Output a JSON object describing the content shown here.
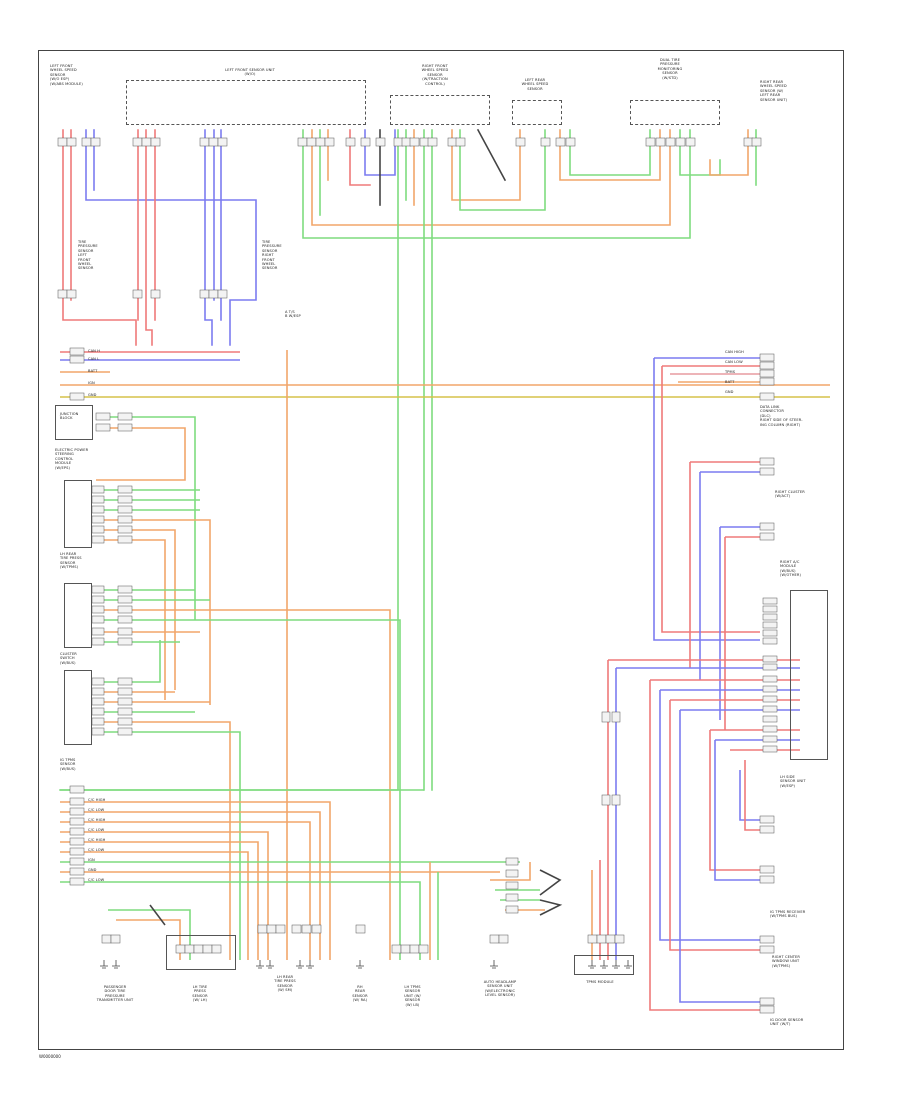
{
  "diagram": {
    "colors": {
      "red": "#ef7a7a",
      "blue": "#7c7cf0",
      "green": "#7fdc7f",
      "orange": "#f2a66a",
      "yellow": "#d6c24a",
      "pink": "#e79ca0",
      "black": "#444444"
    },
    "figure_id": "W0000000",
    "components": {
      "left_front_tsr": "LEFT FRONT\nWHEEL SPEED\nSENSOR\n(W/O ESP)\n(W/ABS MODULE)",
      "left_front_module": "LEFT FRONT SENSOR UNIT\n(W/O)",
      "right_front_sensor": "RIGHT FRONT\nWHEEL SPEED\nSENSOR\n(W/TRACTION\nCONTROL)",
      "left_rear_sensor": "LEFT REAR\nWHEEL SPEED\nSENSOR",
      "dual_tpms": "DUAL TIRE\nPRESSURE\nMONITORING\nSENSOR\n(W/STD)",
      "right_rear_sensor": "RIGHT REAR\nWHEEL SPEED\nSENSOR (W/\nLEFT REAR\nSENSOR UNIT)",
      "lf_tsm": "TIRE\nPRESSURE\nSENSOR\nLEFT\nFRONT\nWHEEL\nSENSOR",
      "rf_tsm": "TIRE\nPRESSURE\nSENSOR\nRIGHT\nFRONT\nWHEEL\nSENSOR",
      "legend": "A  T/S\nB  W/ESP",
      "junction_block": "JUNCTION\nBLOCK",
      "elec_power_steering": "ELECTRIC POWER\nSTEERING\nCONTROL\nMODULE\n(W/EPS)",
      "lh_ap_rear_tpms": "LH REAR\nTIRE PRESS\nSENSOR\n(W/TPMS)",
      "cluster": "CLUSTER\nSWITCH\n(W/BUS)",
      "ig_tpms_switch": "IG TPMS\nSENSOR\n(W/BUS)",
      "data_link": "DATA LINK\nCONNECTOR\n(DLC)\nRIGHT SIDE OF STEER-\nING COLUMN (RIGHT)",
      "right_cluster_side": "RIGHT CLUSTER\n(W/ACT)",
      "right_ac_module": "RIGHT A/C\nMODULE\n(W/BUS)\n(W/OTHER)",
      "lh_side_sensor": "LH SIDE\nSENSOR UNIT\n(W/ESP)",
      "ig_tpms_receiver": "IG TPMS RECEIVER\n(W/TPMS BUS)",
      "right_rear_window": "RIGHT CENTER\nWINDOW UNIT\n(W/TPMS)",
      "ig_door_sensor": "IG DOOR SENSOR\nUNIT (W/T)",
      "passenger_transmitter": "PASSENGER\nDOOR TIRE\nPRESSURE\nTRANSMITTER UNIT",
      "lh_tire_pressure": "LH TIRE\nPRESS\nSENSOR\n(W/ LH)",
      "lh_rear_sensor_unit": "LH REAR\nTIRE PRESS\nSENSOR\n(W/ SM)",
      "rh_rear_sensor": "RH\nREAR\nSENSOR\n(W/ RA)",
      "lh_tpms_unit": "LH TPMS\nSENSOR\nUNIT (W/\nSENSOR\n(W/ LB)",
      "auto_headlamp": "AUTO HEADLAMP\nSENSOR UNIT\n(W/ELECTRONIC\nLEVEL SENSOR)",
      "tpms_module": "TPMS MODULE"
    },
    "signal_labels": {
      "bus_rows": [
        "CAN H",
        "CAN L",
        "BATT",
        "IGN",
        "GND"
      ],
      "right_bus_rows": [
        "CAN HIGH",
        "CAN LOW",
        "TPMS",
        "BATT",
        "GND"
      ],
      "bottom_rows": [
        "C/C HIGH",
        "C/C LOW",
        "C/C HIGH",
        "C/C LOW",
        "C/C HIGH",
        "C/C LOW",
        "IGN",
        "GND",
        "C/C LOW"
      ]
    }
  }
}
